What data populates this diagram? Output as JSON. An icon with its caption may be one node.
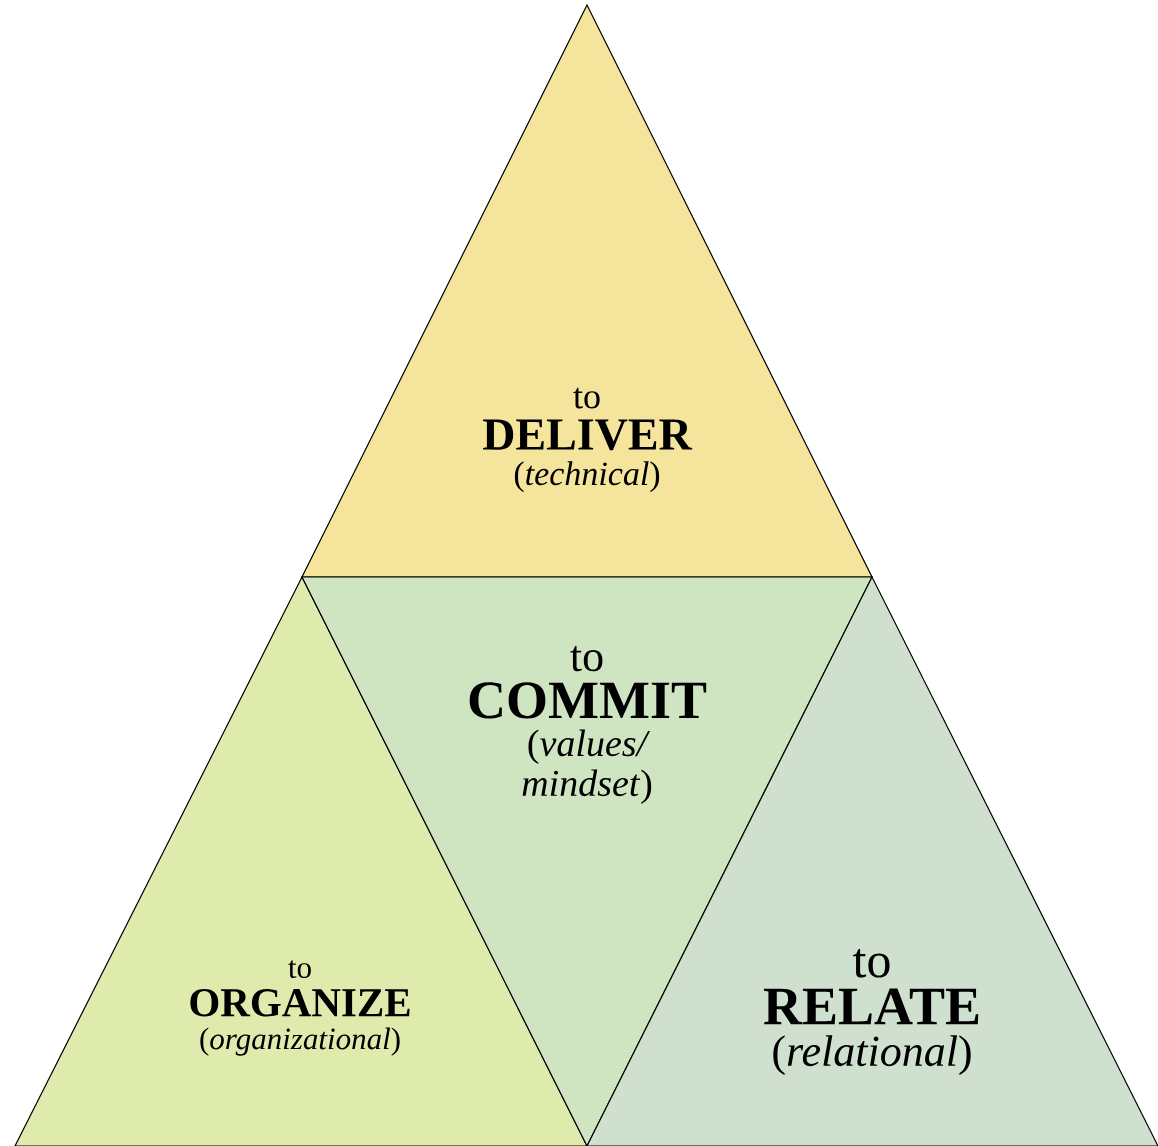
{
  "diagram": {
    "nodes": [
      {
        "text": [
          "to",
          "DELIVER",
          "(*technical*)"
        ]
      },
      {
        "text": [
          "to",
          "ORGANIZE",
          "(*organizational*)"
        ]
      },
      {
        "text": [
          "to",
          "COMMIT",
          "(*values/ mindset*)"
        ]
      },
      {
        "text": [
          "to",
          "RELATE",
          "(*relational*)"
        ]
      }
    ]
  }
}
